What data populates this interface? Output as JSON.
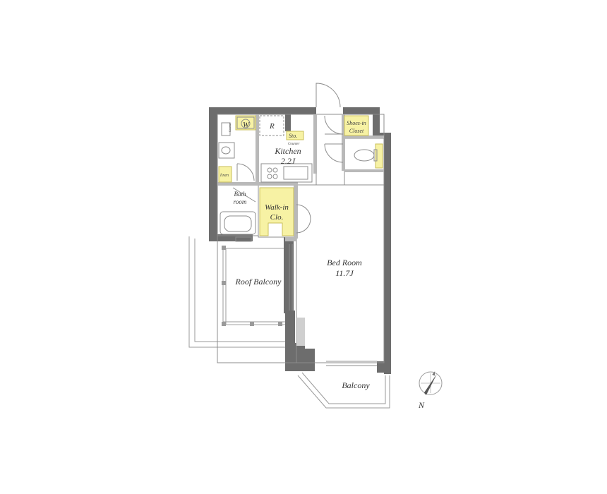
{
  "colors": {
    "wall": "#6d6d6d",
    "storage": "#f7f2a4",
    "storage_stroke": "#c9bf5a",
    "line": "#8c8c8c",
    "fixture": "#b9b9b9"
  },
  "rooms": {
    "kitchen": {
      "name": "Kitchen",
      "size": "2.2J"
    },
    "bedroom": {
      "name": "Bed Room",
      "size": "11.7J"
    },
    "bathroom": {
      "name": "Bath",
      "name2": "room"
    },
    "walkin": {
      "name": "Walk-in",
      "name2": "Clo."
    },
    "shoes": {
      "name": "Shoes-in",
      "name2": "Closet"
    },
    "roof_balcony": {
      "name": "Roof Balcony"
    },
    "balcony": {
      "name": "Balcony"
    }
  },
  "labels": {
    "washer": "W",
    "refrigerator": "R",
    "storage": "Sto.",
    "counter": "Counter",
    "linen": "linen",
    "counter_small": "Counter"
  },
  "compass": {
    "label": "N",
    "icon": "compass-icon"
  }
}
